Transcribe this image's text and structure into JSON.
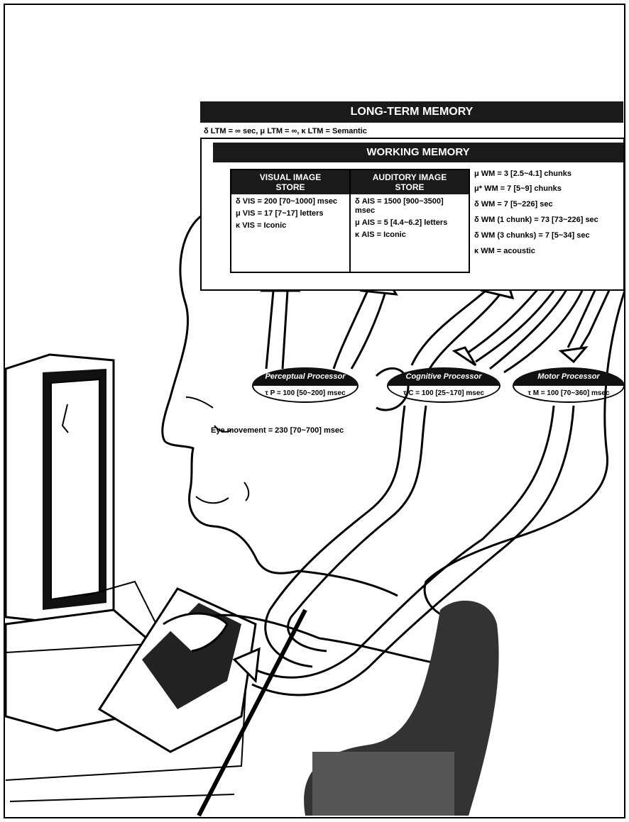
{
  "ltm": {
    "title": "LONG-TERM MEMORY",
    "params": "δ LTM = ∞ sec, μ LTM = ∞, κ LTM = Semantic"
  },
  "wm": {
    "title": "WORKING MEMORY",
    "params": [
      "μ WM = 3 [2.5~4.1] chunks",
      "μ* WM = 7 [5~9] chunks",
      "δ WM = 7 [5~226] sec",
      "δ WM (1 chunk) = 73 [73~226] sec",
      "δ WM (3 chunks) = 7 [5~34] sec",
      "κ WM = acoustic"
    ]
  },
  "vis": {
    "title_line1": "VISUAL IMAGE",
    "title_line2": "STORE",
    "rows": [
      "δ VIS = 200 [70~1000] msec",
      "μ VIS = 17 [7~17] letters",
      "κ VIS = Iconic"
    ]
  },
  "ais": {
    "title_line1": "AUDITORY IMAGE",
    "title_line2": "STORE",
    "rows": [
      "δ AIS = 1500 [900~3500] msec",
      "μ AIS = 5 [4.4~6.2] letters",
      "κ AIS = Iconic"
    ]
  },
  "processors": {
    "perceptual": {
      "name": "Perceptual Processor",
      "value": "τ P = 100 [50~200] msec"
    },
    "cognitive": {
      "name": "Cognitive Processor",
      "value": "τ C = 100 [25~170] msec"
    },
    "motor": {
      "name": "Motor Processor",
      "value": "τ M = 100 [70~360] msec"
    }
  },
  "eye_movement": "Eye movement = 230 [70~700] msec"
}
